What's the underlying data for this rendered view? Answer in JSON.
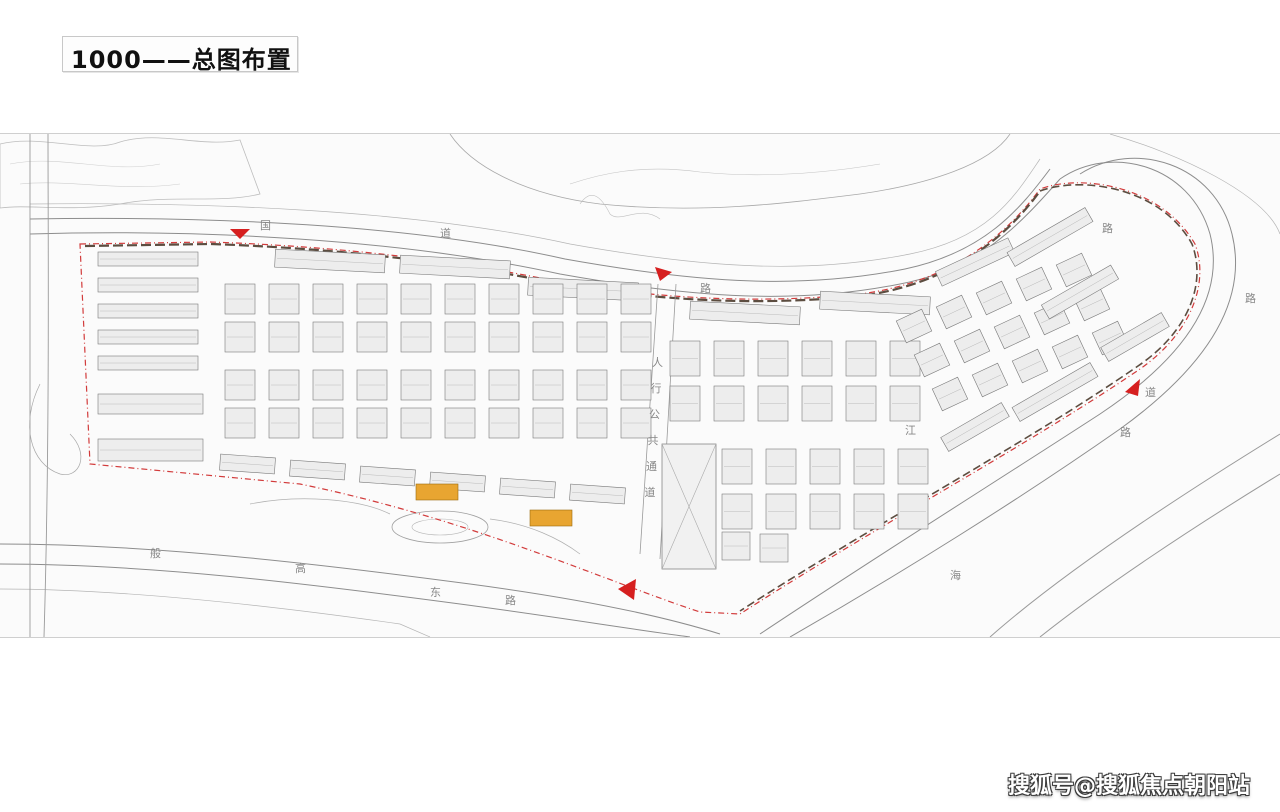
{
  "title": "1000——总图布置",
  "watermark": "搜狐号@搜狐焦点朝阳站",
  "colors": {
    "boundary": "#d23b3b",
    "arrow": "#d61f1f",
    "highlight": "#e8a531",
    "linework": "#9a9a9a",
    "road_line": "#6b6b6b"
  },
  "road_labels": [
    {
      "id": "r1",
      "text": "国"
    },
    {
      "id": "r2",
      "text": "道"
    },
    {
      "id": "r3",
      "text": "路"
    },
    {
      "id": "r4",
      "text": "路"
    },
    {
      "id": "r5",
      "text": "路"
    },
    {
      "id": "r6",
      "text": "般"
    },
    {
      "id": "r7",
      "text": "高"
    },
    {
      "id": "r8",
      "text": "东"
    },
    {
      "id": "r9",
      "text": "路"
    },
    {
      "id": "r10",
      "text": "海"
    },
    {
      "id": "r11",
      "text": "江"
    },
    {
      "id": "r12",
      "text": "路"
    },
    {
      "id": "r13",
      "text": "道"
    }
  ],
  "public_passage_labels": [
    "人",
    "行",
    "公",
    "共",
    "通",
    "道"
  ],
  "entrance_icons": [
    "entrance-arrow-north-west",
    "entrance-arrow-north",
    "entrance-arrow-east",
    "entrance-arrow-south"
  ]
}
